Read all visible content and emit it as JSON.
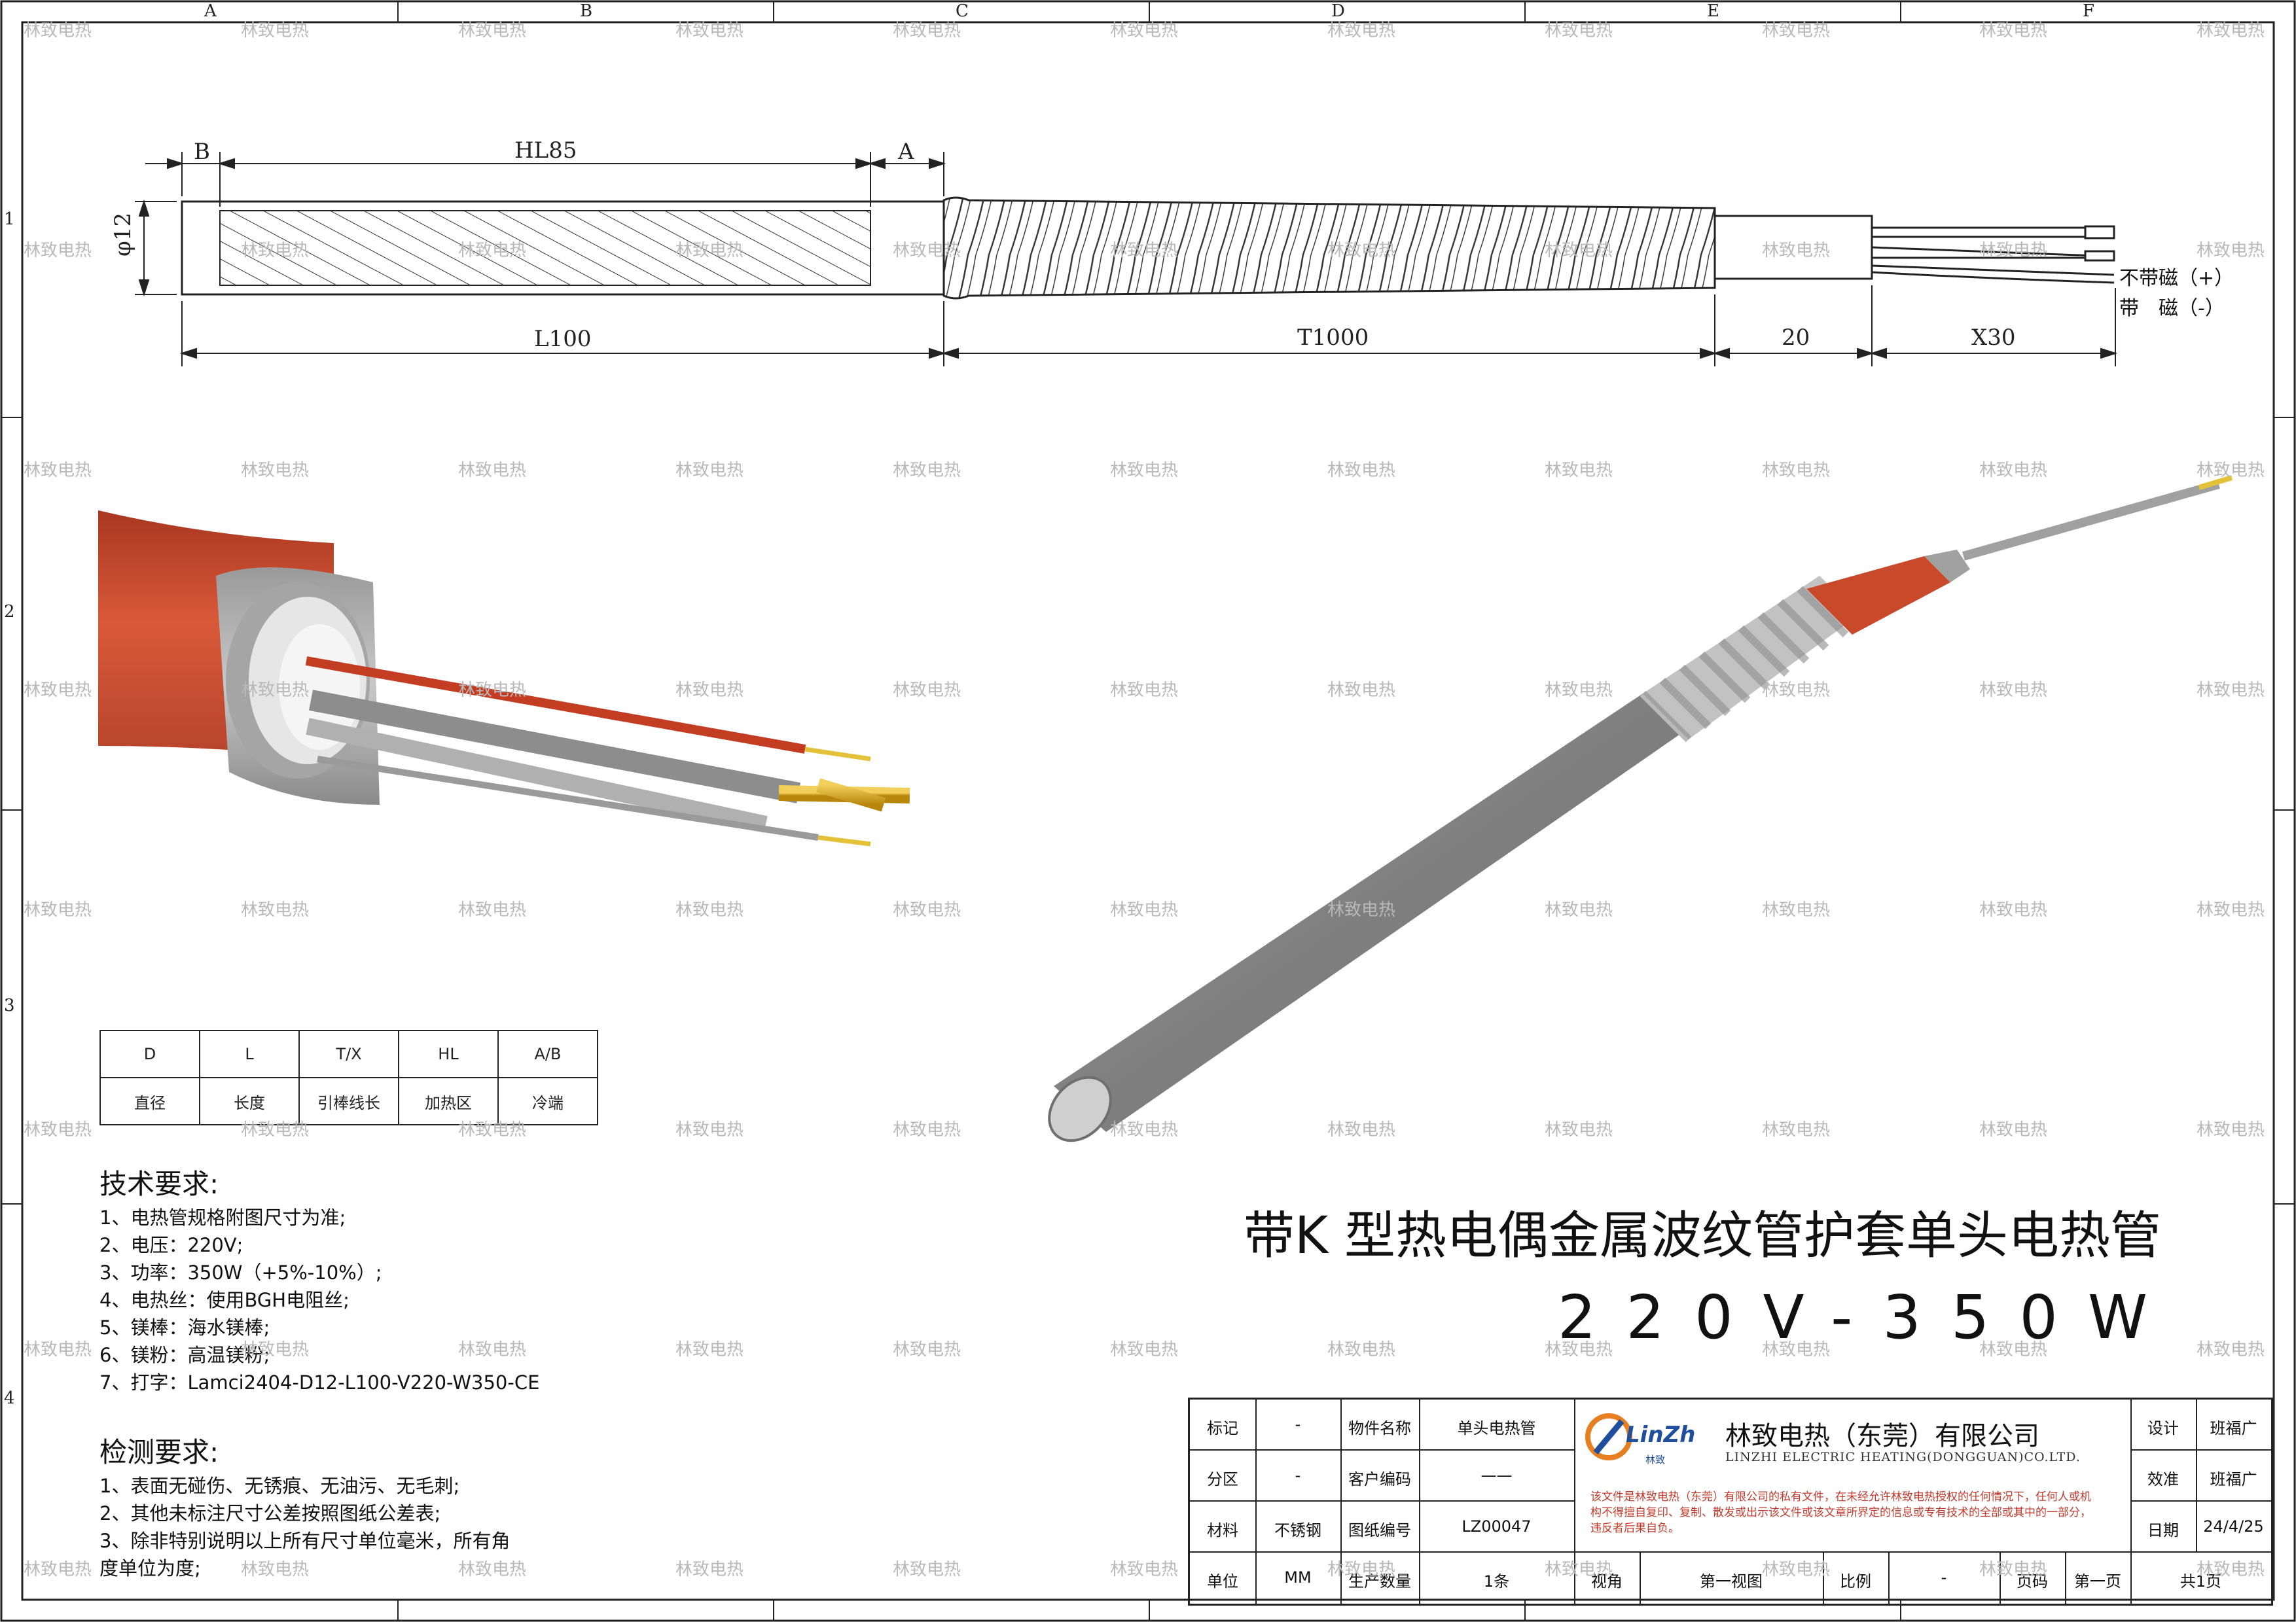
{
  "frame": {
    "column_letters": [
      "A",
      "B",
      "C",
      "D",
      "E",
      "F"
    ],
    "row_numbers": [
      "1",
      "2",
      "3",
      "4"
    ]
  },
  "watermark": {
    "text": "林致电热"
  },
  "dimensions": {
    "B": "B",
    "HL": "HL85",
    "A": "A",
    "diameter": "φ12",
    "L": "L100",
    "T": "T1000",
    "mid": "20",
    "X": "X30",
    "wire_no_mag": "不带磁（+）",
    "wire_mag": "带　磁（-）"
  },
  "legend": {
    "codes": [
      "D",
      "L",
      "T/X",
      "HL",
      "A/B"
    ],
    "names": [
      "直径",
      "长度",
      "引棒线长",
      "加热区",
      "冷端"
    ]
  },
  "tech": {
    "title": "技术要求:",
    "lines": [
      "1、电热管规格附图尺寸为准;",
      "2、电压：220V;",
      "3、功率：350W（+5%-10%）;",
      "4、电热丝：使用BGH电阻丝;",
      "5、镁棒：海水镁棒;",
      "6、镁粉：高温镁粉;",
      "7、打字：Lamci2404-D12-L100-V220-W350-CE"
    ]
  },
  "inspection": {
    "title": "检测要求:",
    "lines": [
      "1、表面无碰伤、无锈痕、无油污、无毛刺;",
      "2、其他未标注尺寸公差按照图纸公差表;",
      "3、除非特别说明以上所有尺寸单位毫米，所有角",
      "度单位为度;"
    ]
  },
  "product": {
    "title": "带K 型热电偶金属波纹管护套单头电热管",
    "spec": "220V-350W"
  },
  "title_block": {
    "mark_label": "标记",
    "mark_value": "-",
    "zone_label": "分区",
    "zone_value": "-",
    "material_label": "材料",
    "material_value": "不锈钢",
    "unit_label": "单位",
    "unit_value": "MM",
    "part_name_label": "物件名称",
    "part_name_value": "单头电热管",
    "customer_code_label": "客户编码",
    "customer_code_value": "——",
    "drawing_no_label": "图纸编号",
    "drawing_no_value": "LZ00047",
    "quantity_label": "生产数量",
    "quantity_value": "1条",
    "view_label": "视角",
    "view_value": "第一视图",
    "scale_label": "比例",
    "scale_value": "-",
    "page_label": "页码",
    "page_value": "第一页",
    "page_total": "共1页",
    "design_label": "设计",
    "design_value": "班福广",
    "check_label": "效准",
    "check_value": "班福广",
    "date_label": "日期",
    "date_value": "24/4/25",
    "logo_brand": "LinZhi",
    "logo_brand_cn": "林致",
    "company_cn": "林致电热（东莞）有限公司",
    "company_en": "LINZHI ELECTRIC HEATING(DONGGUAN)CO.LTD.",
    "notice": "该文件是林致电热（东莞）有限公司的私有文件，在未经允许林致电热授权的任何情况下，任何人或机构不得擅自复印、复制、散发或出示该文件或该文章所界定的信息或专有技术的全部或其中的一部分，违反者后果自负。"
  },
  "colors": {
    "tube": "#8f8f8f",
    "tube_light": "#b3b3b3",
    "insulation": "#c84a2a",
    "wire_copper": "#d4a21b",
    "line": "#222222",
    "notice": "#c0392b"
  }
}
